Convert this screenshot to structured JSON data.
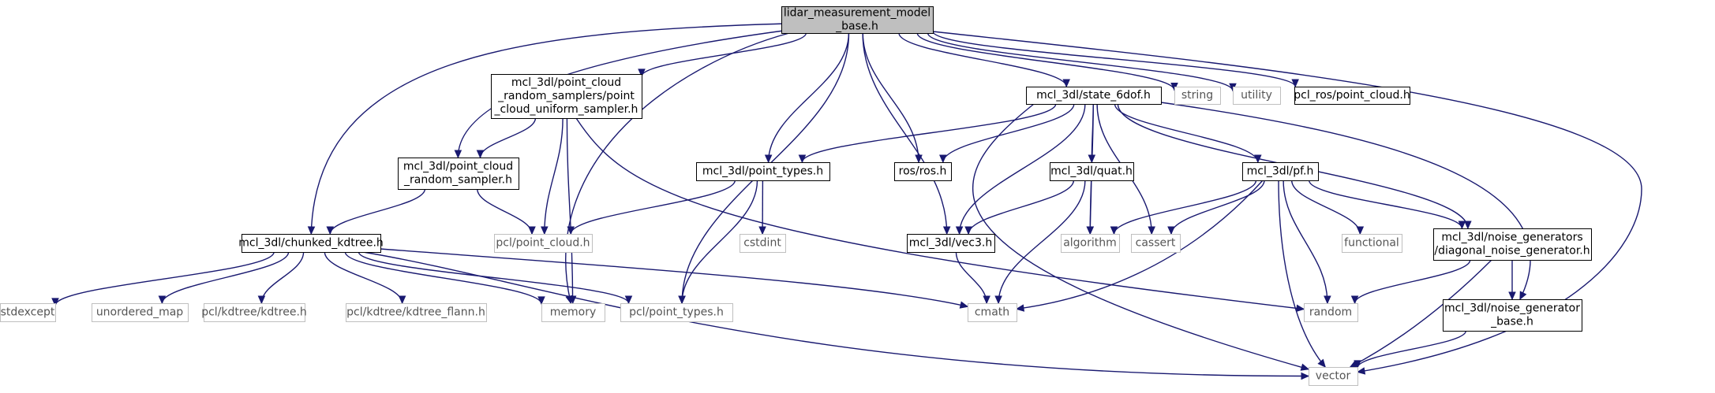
{
  "colors": {
    "edge": "#191970",
    "root_fill": "#bfbfbf",
    "local_border": "#000000",
    "system_border": "#bfbfbf",
    "system_text": "#555555"
  },
  "nodes": [
    {
      "id": "root",
      "kind": "root",
      "lines": [
        "lidar_measurement_model",
        "_base.h"
      ]
    },
    {
      "id": "uniform_sampler",
      "kind": "local",
      "lines": [
        "mcl_3dl/point_cloud",
        "_random_samplers/point",
        "_cloud_uniform_sampler.h"
      ]
    },
    {
      "id": "state_6dof",
      "kind": "local",
      "lines": [
        "mcl_3dl/state_6dof.h"
      ]
    },
    {
      "id": "string",
      "kind": "system",
      "lines": [
        "string"
      ]
    },
    {
      "id": "utility",
      "kind": "system",
      "lines": [
        "utility"
      ]
    },
    {
      "id": "pcl_ros_point_cloud",
      "kind": "local",
      "lines": [
        "pcl_ros/point_cloud.h"
      ]
    },
    {
      "id": "random_sampler",
      "kind": "local",
      "lines": [
        "mcl_3dl/point_cloud",
        "_random_sampler.h"
      ]
    },
    {
      "id": "point_types_local",
      "kind": "local",
      "lines": [
        "mcl_3dl/point_types.h"
      ]
    },
    {
      "id": "ros",
      "kind": "local",
      "lines": [
        "ros/ros.h"
      ]
    },
    {
      "id": "quat",
      "kind": "local",
      "lines": [
        "mcl_3dl/quat.h"
      ]
    },
    {
      "id": "pf",
      "kind": "local",
      "lines": [
        "mcl_3dl/pf.h"
      ]
    },
    {
      "id": "chunked_kdtree",
      "kind": "local",
      "lines": [
        "mcl_3dl/chunked_kdtree.h"
      ]
    },
    {
      "id": "pcl_point_cloud",
      "kind": "system",
      "lines": [
        "pcl/point_cloud.h"
      ]
    },
    {
      "id": "cstdint",
      "kind": "system",
      "lines": [
        "cstdint"
      ]
    },
    {
      "id": "vec3",
      "kind": "local",
      "lines": [
        "mcl_3dl/vec3.h"
      ]
    },
    {
      "id": "algorithm",
      "kind": "system",
      "lines": [
        "algorithm"
      ]
    },
    {
      "id": "cassert",
      "kind": "system",
      "lines": [
        "cassert"
      ]
    },
    {
      "id": "functional",
      "kind": "system",
      "lines": [
        "functional"
      ]
    },
    {
      "id": "diag_noise",
      "kind": "local",
      "lines": [
        "mcl_3dl/noise_generators",
        "/diagonal_noise_generator.h"
      ]
    },
    {
      "id": "stdexcept",
      "kind": "system",
      "lines": [
        "stdexcept"
      ]
    },
    {
      "id": "unordered_map",
      "kind": "system",
      "lines": [
        "unordered_map"
      ]
    },
    {
      "id": "kdtree",
      "kind": "system",
      "lines": [
        "pcl/kdtree/kdtree.h"
      ]
    },
    {
      "id": "kdtree_flann",
      "kind": "system",
      "lines": [
        "pcl/kdtree/kdtree_flann.h"
      ]
    },
    {
      "id": "memory",
      "kind": "system",
      "lines": [
        "memory"
      ]
    },
    {
      "id": "pcl_point_types",
      "kind": "system",
      "lines": [
        "pcl/point_types.h"
      ]
    },
    {
      "id": "cmath",
      "kind": "system",
      "lines": [
        "cmath"
      ]
    },
    {
      "id": "random",
      "kind": "system",
      "lines": [
        "random"
      ]
    },
    {
      "id": "noise_base",
      "kind": "local",
      "lines": [
        "mcl_3dl/noise_generator",
        "_base.h"
      ]
    },
    {
      "id": "vector",
      "kind": "system",
      "lines": [
        "vector"
      ]
    }
  ],
  "edges": [
    [
      "root",
      "uniform_sampler"
    ],
    [
      "root",
      "state_6dof"
    ],
    [
      "root",
      "string"
    ],
    [
      "root",
      "utility"
    ],
    [
      "root",
      "pcl_ros_point_cloud"
    ],
    [
      "root",
      "random_sampler"
    ],
    [
      "root",
      "point_types_local"
    ],
    [
      "root",
      "ros"
    ],
    [
      "root",
      "chunked_kdtree"
    ],
    [
      "root",
      "vec3"
    ],
    [
      "root",
      "memory"
    ],
    [
      "root",
      "pcl_point_types"
    ],
    [
      "root",
      "vector"
    ],
    [
      "uniform_sampler",
      "random_sampler"
    ],
    [
      "uniform_sampler",
      "pcl_point_cloud"
    ],
    [
      "uniform_sampler",
      "memory"
    ],
    [
      "uniform_sampler",
      "random"
    ],
    [
      "random_sampler",
      "chunked_kdtree"
    ],
    [
      "random_sampler",
      "pcl_point_cloud"
    ],
    [
      "state_6dof",
      "point_types_local"
    ],
    [
      "state_6dof",
      "ros"
    ],
    [
      "state_6dof",
      "vec3"
    ],
    [
      "state_6dof",
      "quat"
    ],
    [
      "state_6dof",
      "algorithm"
    ],
    [
      "state_6dof",
      "cassert"
    ],
    [
      "state_6dof",
      "pf"
    ],
    [
      "state_6dof",
      "diag_noise"
    ],
    [
      "state_6dof",
      "noise_base"
    ],
    [
      "state_6dof",
      "vector"
    ],
    [
      "point_types_local",
      "pcl_point_cloud"
    ],
    [
      "point_types_local",
      "cstdint"
    ],
    [
      "point_types_local",
      "pcl_point_types"
    ],
    [
      "quat",
      "vec3"
    ],
    [
      "quat",
      "algorithm"
    ],
    [
      "quat",
      "cmath"
    ],
    [
      "vec3",
      "cmath"
    ],
    [
      "pf",
      "algorithm"
    ],
    [
      "pf",
      "cassert"
    ],
    [
      "pf",
      "functional"
    ],
    [
      "pf",
      "diag_noise"
    ],
    [
      "pf",
      "cmath"
    ],
    [
      "pf",
      "random"
    ],
    [
      "pf",
      "vector"
    ],
    [
      "diag_noise",
      "random"
    ],
    [
      "diag_noise",
      "noise_base"
    ],
    [
      "diag_noise",
      "vector"
    ],
    [
      "noise_base",
      "vector"
    ],
    [
      "chunked_kdtree",
      "stdexcept"
    ],
    [
      "chunked_kdtree",
      "unordered_map"
    ],
    [
      "chunked_kdtree",
      "kdtree"
    ],
    [
      "chunked_kdtree",
      "kdtree_flann"
    ],
    [
      "chunked_kdtree",
      "memory"
    ],
    [
      "chunked_kdtree",
      "pcl_point_types"
    ],
    [
      "chunked_kdtree",
      "cmath"
    ],
    [
      "chunked_kdtree",
      "vector"
    ]
  ]
}
